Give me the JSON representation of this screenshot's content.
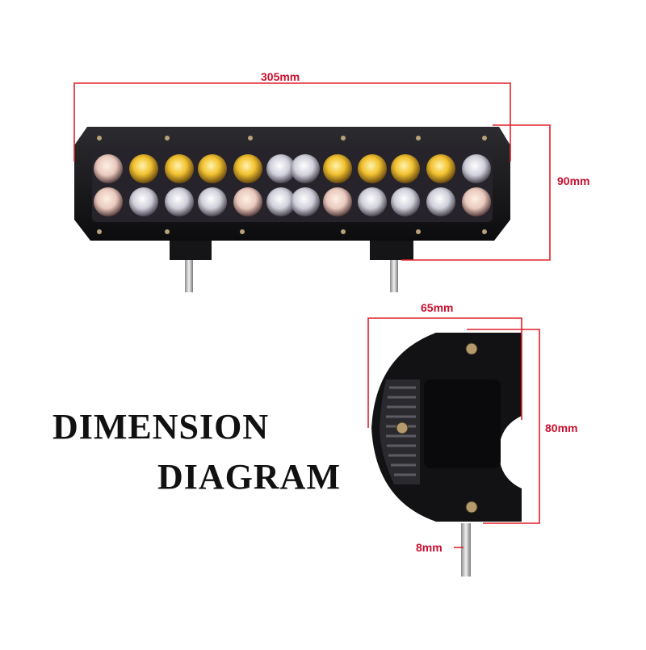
{
  "dimensions": {
    "length": "305mm",
    "height": "90mm",
    "width": "65mm",
    "side_height": "80mm",
    "bolt": "8mm"
  },
  "title": {
    "line1": "DIMENSION",
    "line2": "DIAGRAM"
  },
  "colors": {
    "dimension_line": "#e0202a",
    "housing": "#1b1b1d",
    "amber_lens": "#f2c230",
    "white_lens": "#d8d8e2"
  }
}
